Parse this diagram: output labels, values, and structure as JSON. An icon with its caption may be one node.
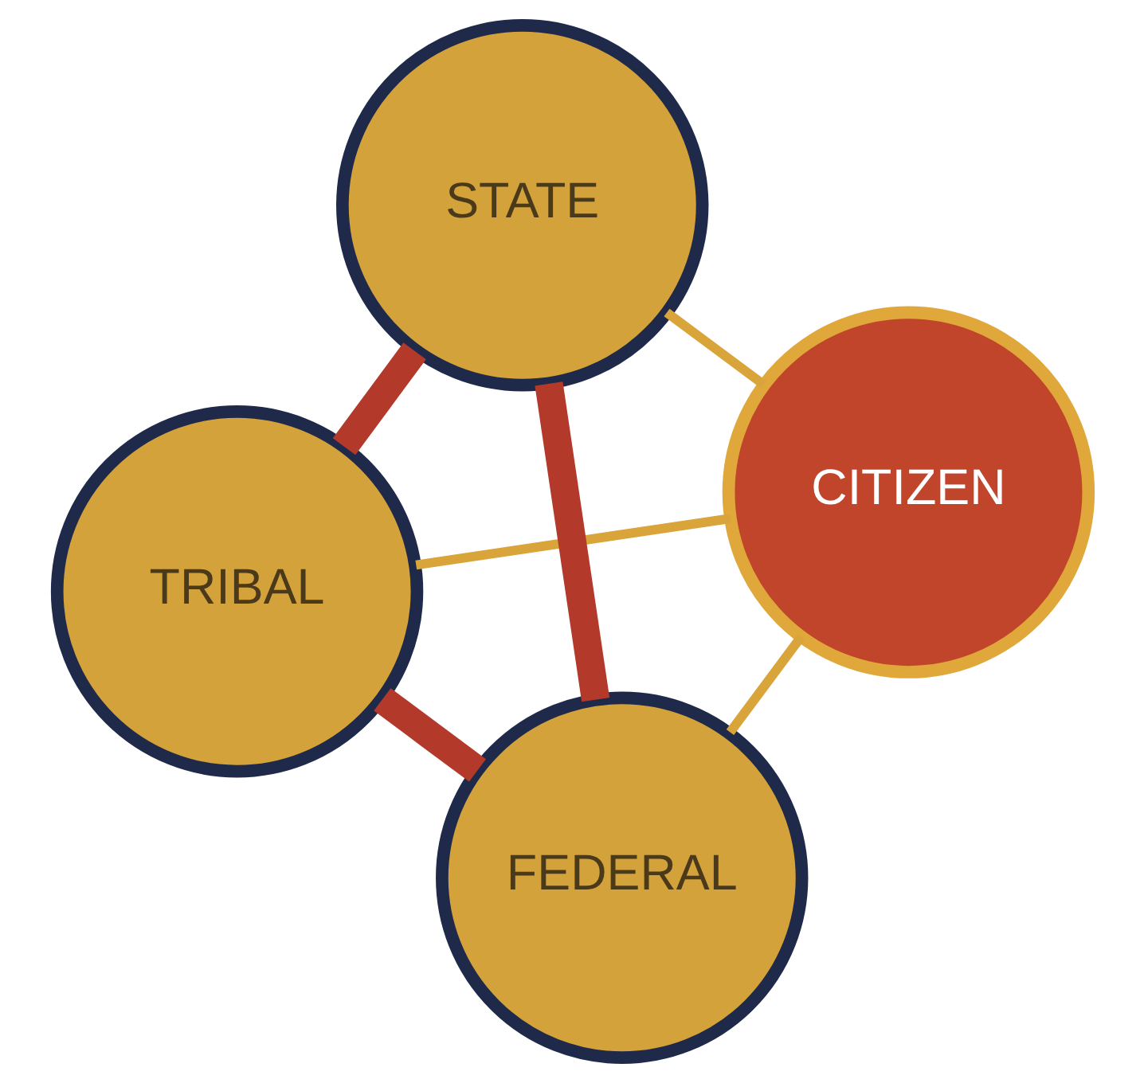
{
  "diagram": {
    "nodes": [
      {
        "text": [
          "TRIBAL"
        ]
      },
      {
        "text": [
          "CITIZEN"
        ]
      },
      {
        "text": [
          "FEDERAL"
        ]
      },
      {
        "text": [
          "STATE"
        ]
      }
    ],
    "edges": [
      {
        "from": 1,
        "to": 0,
        "arrow": "none"
      },
      {
        "from": 1,
        "to": 2,
        "arrow": "none"
      },
      {
        "from": 1,
        "to": 3,
        "arrow": "none"
      },
      {
        "from": 0,
        "to": 3,
        "arrow": "none",
        "style": "thick",
        "color": "#b3392b"
      },
      {
        "from": 3,
        "to": 2,
        "arrow": "none",
        "style": "thick",
        "color": "#b3392b"
      },
      {
        "from": 2,
        "to": 0,
        "arrow": "none",
        "style": "thick",
        "color": "#b3392b"
      }
    ]
  }
}
